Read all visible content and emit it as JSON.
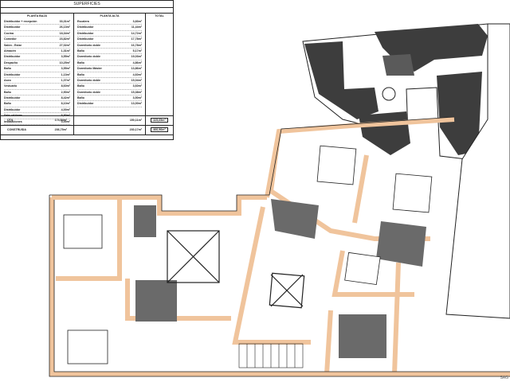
{
  "table": {
    "title": "SUPERFICIES",
    "headers": [
      "PLANTA BAJA",
      "PLANTA ALTA",
      "TOTAL"
    ],
    "planta_baja": [
      {
        "name": "Distribuidor + recepción",
        "area": "33,31m²"
      },
      {
        "name": "Distribuidor",
        "area": "26,13m²"
      },
      {
        "name": "Cocina",
        "area": "18,34m²"
      },
      {
        "name": "Comedor",
        "area": "23,82m²"
      },
      {
        "name": "Salón - Estar",
        "area": "27,02m²"
      },
      {
        "name": "Almacén",
        "area": "1,31m²"
      },
      {
        "name": "Distribuidor",
        "area": "3,55m²"
      },
      {
        "name": "Despacho",
        "area": "10,25m²"
      },
      {
        "name": "Baño",
        "area": "3,55m²"
      },
      {
        "name": "Distribuidor",
        "area": "1,13m²"
      },
      {
        "name": "Aseo",
        "area": "1,07m²"
      },
      {
        "name": "Vestuario",
        "area": "8,60m²"
      },
      {
        "name": "Baño",
        "area": "2,90m²"
      },
      {
        "name": "Distribuidor",
        "area": "8,42m²"
      },
      {
        "name": "Baño",
        "area": "8,10m²"
      },
      {
        "name": "Distribuidor",
        "area": "4,00m²"
      },
      {
        "name": "Sala calderas",
        "area": "8,90m²"
      },
      {
        "name": "Instalaciones",
        "area": "3,00m²"
      }
    ],
    "planta_alta": [
      {
        "name": "Escalera",
        "area": "3,83m²"
      },
      {
        "name": "Distribuidor",
        "area": "11,44m²"
      },
      {
        "name": "Distribuidor",
        "area": "14,72m²"
      },
      {
        "name": "Distribuidor",
        "area": "17,78m²"
      },
      {
        "name": "Dormitorio doble",
        "area": "16,78m²"
      },
      {
        "name": "Baño",
        "area": "5,17m²"
      },
      {
        "name": "Dormitorio doble",
        "area": "19,03m²"
      },
      {
        "name": "Baño",
        "area": "4,86m²"
      },
      {
        "name": "Dormitorio Máster",
        "area": "13,86m²"
      },
      {
        "name": "Baño",
        "area": "4,60m²"
      },
      {
        "name": "Dormitorio doble",
        "area": "15,04m²"
      },
      {
        "name": "Baño",
        "area": "3,60m²"
      },
      {
        "name": "Dormitorio doble",
        "area": "15,38m²"
      },
      {
        "name": "Baño",
        "area": "3,50m²"
      },
      {
        "name": "Distribuidor",
        "area": "13,00m²"
      }
    ],
    "totals": [
      {
        "label": "ÚTIL",
        "baja": "174,84m²",
        "alta": "150,11m²",
        "total": "325,65m²"
      },
      {
        "label": "CONSTRUIDA",
        "baja": "236,75m²",
        "alta": "230,17m²",
        "total": "466,96m²"
      }
    ]
  },
  "colors": {
    "wall": "#f0c49c",
    "line": "#222222",
    "roof": "#3a3a3a"
  }
}
